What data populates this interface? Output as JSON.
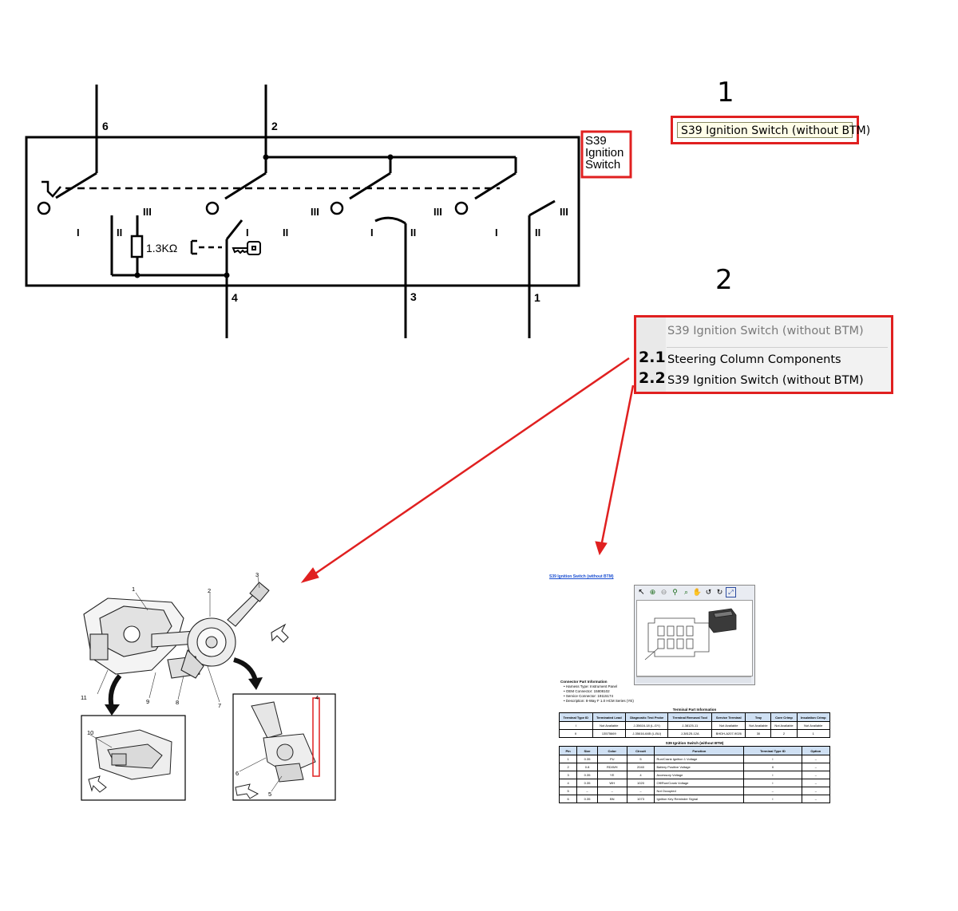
{
  "schematic": {
    "component_label_lines": [
      "S39",
      "Ignition",
      "Switch"
    ],
    "pins": {
      "p6": "6",
      "p2": "2",
      "p4": "4",
      "p3": "3",
      "p1": "1"
    },
    "resistor_value": "1.3KΩ",
    "position_marks": [
      "I",
      "II",
      "III"
    ]
  },
  "steps": {
    "step1": "1",
    "step2": "2"
  },
  "callout1": {
    "text": "S39 Ignition Switch (without BTM)"
  },
  "context_menu": {
    "header": "S39 Ignition Switch (without BTM)",
    "items": [
      {
        "number": "2.1",
        "label": "Steering Column Components"
      },
      {
        "number": "2.2",
        "label": "S39 Ignition Switch (without BTM)"
      }
    ]
  },
  "component_view": {
    "callouts": [
      "1",
      "2",
      "3",
      "4",
      "5",
      "6",
      "7",
      "8",
      "9",
      "10",
      "11"
    ]
  },
  "connector_doc": {
    "link": "S39 Ignition Switch (without BTM)",
    "toolbar_icons": [
      "pointer-icon",
      "zoom-in-icon",
      "zoom-out-icon",
      "zoom-fit-icon",
      "zoom-area-icon",
      "pan-icon",
      "rotate-left-icon",
      "rotate-right-icon",
      "fullscreen-icon"
    ],
    "part_info_title": "Connector Part Information",
    "part_info": [
      "Harness Type: Instrument Panel",
      "OEM Connector: 15808102",
      "Service Connector: 19115174",
      "Description: 8-Way F 1.0 HCM Series (YE)"
    ],
    "terminal_table": {
      "title": "Terminal Part Information",
      "headers": [
        "Terminal Type ID",
        "Terminated Lead",
        "Diagnostic Test Probe",
        "Terminal Removal Tool",
        "Service Terminal",
        "Tray",
        "Core Crimp",
        "Insulation Crimp"
      ],
      "rows": [
        [
          "I",
          "Not Available",
          "J-35616-18 (L-GY)",
          "J-38125-11",
          "Not Available",
          "Not Available",
          "Not Available",
          "Not Available"
        ],
        [
          "II",
          "13575669",
          "J-35616-64B (L-BU)",
          "J-38125-12A",
          "BHDH-A207-9026",
          "30",
          "2",
          "1"
        ]
      ]
    },
    "pin_table": {
      "title": "S39 Ignition Switch (without BTM)",
      "headers": [
        "Pin",
        "Size",
        "Color",
        "Circuit",
        "Function",
        "Terminal Type ID",
        "Option"
      ],
      "rows": [
        [
          "1",
          "0.35",
          "PU",
          "5",
          "Run/Crank Ignition 1 Voltage",
          "I",
          "–"
        ],
        [
          "2",
          "0.8",
          "RD/WH",
          "2040",
          "Battery Positive Voltage",
          "II",
          "–"
        ],
        [
          "3",
          "0.35",
          "YE",
          "4",
          "Accessory Voltage",
          "I",
          "–"
        ],
        [
          "4",
          "0.35",
          "WH",
          "1020",
          "Off/Run/Crank Voltage",
          "I",
          "–"
        ],
        [
          "5",
          "–",
          "–",
          "–",
          "Not Occupied",
          "–",
          "–"
        ],
        [
          "6",
          "0.35",
          "BN",
          "1073",
          "Ignition Key Reminder Signal",
          "I",
          "–"
        ]
      ]
    }
  },
  "colors": {
    "highlight": "#e02020",
    "table_header": "#cfe0f3",
    "link": "#1b4fd1"
  }
}
